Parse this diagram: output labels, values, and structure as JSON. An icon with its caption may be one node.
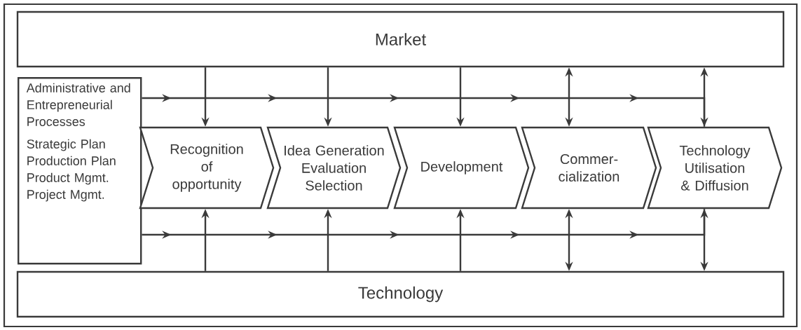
{
  "diagram": {
    "nodes": [
      {
        "text": [
          "Market"
        ]
      },
      {
        "text": [
          "Administrative and Entrepreneurial Processes",
          "Strategic Plan Production Plan Product Mgmt. Project Mgmt."
        ]
      },
      {
        "text": [
          "Recognition of opportunity"
        ]
      },
      {
        "text": [
          "Idea Generation Evaluation Selection"
        ]
      },
      {
        "text": [
          "Development"
        ]
      },
      {
        "text": [
          "Commer-cialization"
        ]
      },
      {
        "text": [
          "Technology Utilisation & Diffusion"
        ]
      },
      {
        "text": [
          "Technology"
        ]
      }
    ],
    "edges": [
      {
        "from": 0,
        "to": 2,
        "arrow": "to"
      },
      {
        "from": 0,
        "to": 3,
        "arrow": "to"
      },
      {
        "from": 0,
        "to": 4,
        "arrow": "to"
      },
      {
        "from": 0,
        "to": 5,
        "arrow": "both"
      },
      {
        "from": 0,
        "to": 6,
        "arrow": "both"
      },
      {
        "from": 7,
        "to": 2,
        "arrow": "to"
      },
      {
        "from": 7,
        "to": 3,
        "arrow": "to"
      },
      {
        "from": 7,
        "to": 4,
        "arrow": "to"
      },
      {
        "from": 5,
        "to": 7,
        "arrow": "both"
      },
      {
        "from": 6,
        "to": 7,
        "arrow": "both"
      },
      {
        "from": 1,
        "to": 6,
        "arrow": "to"
      },
      {
        "from": 1,
        "to": 6,
        "arrow": "to"
      }
    ]
  }
}
